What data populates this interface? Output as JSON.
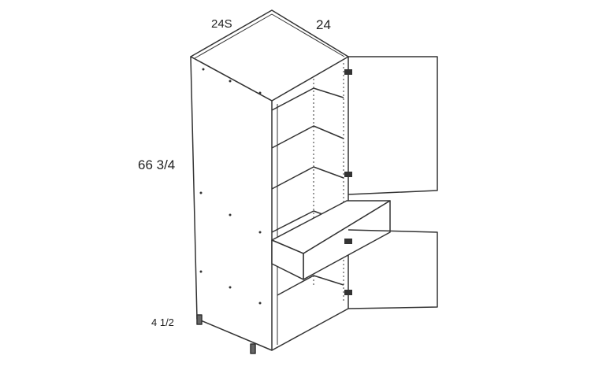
{
  "labels": {
    "depth": "24S",
    "width": "24",
    "height": "66 3/4",
    "toe_kick": "4 1/2"
  },
  "colors": {
    "line": "#333333",
    "background": "#ffffff"
  }
}
